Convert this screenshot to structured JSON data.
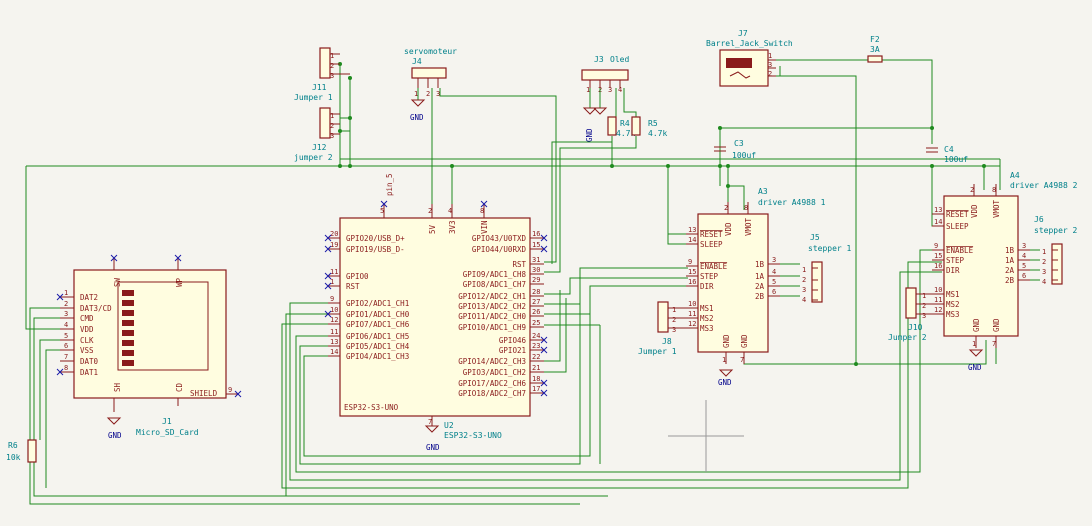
{
  "colors": {
    "wire": "#1f8a1f",
    "symbol": "#8a1b1b",
    "text": "#00808a",
    "no_connect": "#1a1aa8",
    "background": "#f5f4ef",
    "body_fill": "#fffde0"
  },
  "j1": {
    "ref": "J1",
    "value": "Micro_SD_Card",
    "gnd": "GND",
    "sh": "SH",
    "sw": "SW",
    "cd": "CD",
    "wp": "WP",
    "shield": "SHIELD",
    "pins": [
      {
        "num": "1",
        "name": "DAT2"
      },
      {
        "num": "2",
        "name": "DAT3/CD"
      },
      {
        "num": "3",
        "name": "CMD"
      },
      {
        "num": "4",
        "name": "VDD"
      },
      {
        "num": "5",
        "name": "CLK"
      },
      {
        "num": "6",
        "name": "VSS"
      },
      {
        "num": "7",
        "name": "DAT0"
      },
      {
        "num": "8",
        "name": "DAT1"
      }
    ],
    "shield_num": "9"
  },
  "r6": {
    "ref": "R6",
    "value": "10k"
  },
  "j11": {
    "ref": "J11",
    "value": "Jumper 1",
    "pins": [
      "1",
      "2",
      "3"
    ]
  },
  "j12": {
    "ref": "J12",
    "value": "jumper 2",
    "pins": [
      "1",
      "2",
      "3"
    ]
  },
  "j4": {
    "ref": "J4",
    "value": "servomoteur",
    "pins": [
      "1",
      "2",
      "3"
    ],
    "gnd": "GND"
  },
  "j3": {
    "ref": "J3",
    "value": "Oled",
    "pins": [
      "1",
      "2",
      "3",
      "4"
    ],
    "gnd": "GND"
  },
  "r4": {
    "ref": "R4",
    "value": "4.7k"
  },
  "r5": {
    "ref": "R5",
    "value": "4.7k"
  },
  "u2": {
    "ref": "U2",
    "value": "ESP32-S3-UNO",
    "inner_label": "ESP32-S3-UNO",
    "gnd": "GND",
    "pin_label": "pin_5",
    "top_pins": [
      {
        "num": "5",
        "name": ""
      },
      {
        "num": "2",
        "name": "5V"
      },
      {
        "num": "4",
        "name": "3V3"
      },
      {
        "num": "8",
        "name": "VIN"
      }
    ],
    "left_pins": [
      {
        "num": "20",
        "name": "GPIO20/USB_D+"
      },
      {
        "num": "19",
        "name": "GPIO19/USB_D-"
      },
      {
        "num": "11",
        "name": "GPIO0"
      },
      {
        "num": "1",
        "name": "RST"
      },
      {
        "num": "9",
        "name": "GPIO2/ADC1_CH1"
      },
      {
        "num": "10",
        "name": "GPIO1/ADC1_CH0"
      },
      {
        "num": "12",
        "name": "GPIO7/ADC1_CH6"
      },
      {
        "num": "11",
        "name": "GPIO6/ADC1_CH5"
      },
      {
        "num": "13",
        "name": "GPIO5/ADC1_CH4"
      },
      {
        "num": "14",
        "name": "GPIO4/ADC1_CH3"
      }
    ],
    "right_pins": [
      {
        "num": "16",
        "name": "GPIO43/U0TXD"
      },
      {
        "num": "15",
        "name": "GPIO44/U0RXD"
      },
      {
        "num": "31",
        "name": "RST"
      },
      {
        "num": "30",
        "name": "GPIO9/ADC1_CH8"
      },
      {
        "num": "29",
        "name": "GPIO8/ADC1_CH7"
      },
      {
        "num": "28",
        "name": "GPIO12/ADC2_CH1"
      },
      {
        "num": "27",
        "name": "GPIO13/ADC2_CH2"
      },
      {
        "num": "26",
        "name": "GPIO11/ADC2_CH0"
      },
      {
        "num": "25",
        "name": "GPIO10/ADC1_CH9"
      },
      {
        "num": "24",
        "name": "GPIO46"
      },
      {
        "num": "23",
        "name": "GPIO21"
      },
      {
        "num": "22",
        "name": "GPIO14/ADC2_CH3"
      },
      {
        "num": "21",
        "name": "GPIO3/ADC1_CH2"
      },
      {
        "num": "18",
        "name": "GPIO17/ADC2_CH6"
      },
      {
        "num": "17",
        "name": "GPIO18/ADC2_CH7"
      }
    ],
    "bottom_pin": "7"
  },
  "j7": {
    "ref": "J7",
    "value": "Barrel_Jack_Switch",
    "pins": [
      "1",
      "3",
      "2"
    ]
  },
  "f2": {
    "ref": "F2",
    "value": "3A"
  },
  "c3": {
    "ref": "C3",
    "value": "100uf"
  },
  "c4": {
    "ref": "C4",
    "value": "100uf"
  },
  "a3": {
    "ref": "A3",
    "value": "driver A4988 1",
    "gnd": "GND",
    "vdd": "VDD",
    "vmot": "VMOT",
    "left_pins": [
      {
        "num": "13",
        "name": "RESET"
      },
      {
        "num": "14",
        "name": "SLEEP"
      },
      {
        "num": "9",
        "name": "ENABLE"
      },
      {
        "num": "15",
        "name": "STEP"
      },
      {
        "num": "16",
        "name": "DIR"
      },
      {
        "num": "10",
        "name": "MS1"
      },
      {
        "num": "11",
        "name": "MS2"
      },
      {
        "num": "12",
        "name": "MS3"
      }
    ],
    "right_pins": [
      {
        "num": "3",
        "name": "1B"
      },
      {
        "num": "4",
        "name": "1A"
      },
      {
        "num": "5",
        "name": "2A"
      },
      {
        "num": "6",
        "name": "2B"
      }
    ],
    "top_pins": [
      "2",
      "8"
    ],
    "bottom_pins": [
      "1",
      "7"
    ],
    "gnd_names": [
      "GND",
      "GND"
    ]
  },
  "a4": {
    "ref": "A4",
    "value": "driver A4988 2",
    "gnd": "GND",
    "vdd": "VDD",
    "vmot": "VMOT",
    "left_pins": [
      {
        "num": "13",
        "name": "RESET"
      },
      {
        "num": "14",
        "name": "SLEEP"
      },
      {
        "num": "9",
        "name": "ENABLE"
      },
      {
        "num": "15",
        "name": "STEP"
      },
      {
        "num": "16",
        "name": "DIR"
      },
      {
        "num": "10",
        "name": "MS1"
      },
      {
        "num": "11",
        "name": "MS2"
      },
      {
        "num": "12",
        "name": "MS3"
      }
    ],
    "right_pins": [
      {
        "num": "3",
        "name": "1B"
      },
      {
        "num": "4",
        "name": "1A"
      },
      {
        "num": "5",
        "name": "2A"
      },
      {
        "num": "6",
        "name": "2B"
      }
    ],
    "top_pins": [
      "2",
      "8"
    ],
    "bottom_pins": [
      "1",
      "7"
    ],
    "gnd_names": [
      "GND",
      "GND"
    ]
  },
  "j5": {
    "ref": "J5",
    "value": "stepper 1",
    "pins": [
      "1",
      "2",
      "3",
      "4"
    ]
  },
  "j6": {
    "ref": "J6",
    "value": "stepper 2",
    "pins": [
      "1",
      "2",
      "3",
      "4"
    ]
  },
  "j8": {
    "ref": "J8",
    "value": "Jumper 1",
    "pins": [
      "1",
      "2",
      "3"
    ]
  },
  "j10": {
    "ref": "J10",
    "value": "Jumper 2",
    "pins": [
      "1",
      "2",
      "3"
    ]
  }
}
